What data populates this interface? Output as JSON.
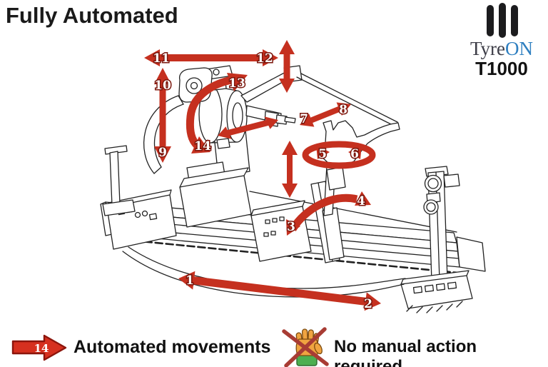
{
  "title": "Fully Automated",
  "logo": {
    "icon": "three-vertical-bars",
    "brand_part1": "Tyre",
    "brand_part2": "ON",
    "model": "T1000"
  },
  "colors": {
    "arrow_red": "#c5301f",
    "legend_arrow_red": "#d6301f",
    "legend_arrow_outline": "#8c150c",
    "brand_blue": "#2e7fc0",
    "brand_gray": "#3d3d47",
    "hand_orange": "#f0a440",
    "cuff_green": "#4caf50",
    "cross_red": "#a83c34",
    "ink": "#1a1a1a"
  },
  "diagram": {
    "subject": "tyre-changer-machine-line-art",
    "arrows": [
      {
        "label": "1"
      },
      {
        "label": "2"
      },
      {
        "label": "3"
      },
      {
        "label": "4"
      },
      {
        "label": "5"
      },
      {
        "label": "6"
      },
      {
        "label": "7"
      },
      {
        "label": "8"
      },
      {
        "label": "9"
      },
      {
        "label": "10"
      },
      {
        "label": "11"
      },
      {
        "label": "12"
      },
      {
        "label": "13"
      },
      {
        "label": "14"
      }
    ]
  },
  "legend": {
    "automated": {
      "badge": "14",
      "label": "Automated movements",
      "icon": "red-arrow"
    },
    "no_manual": {
      "label": "No manual action required",
      "icon": "crossed-out-hand"
    }
  }
}
